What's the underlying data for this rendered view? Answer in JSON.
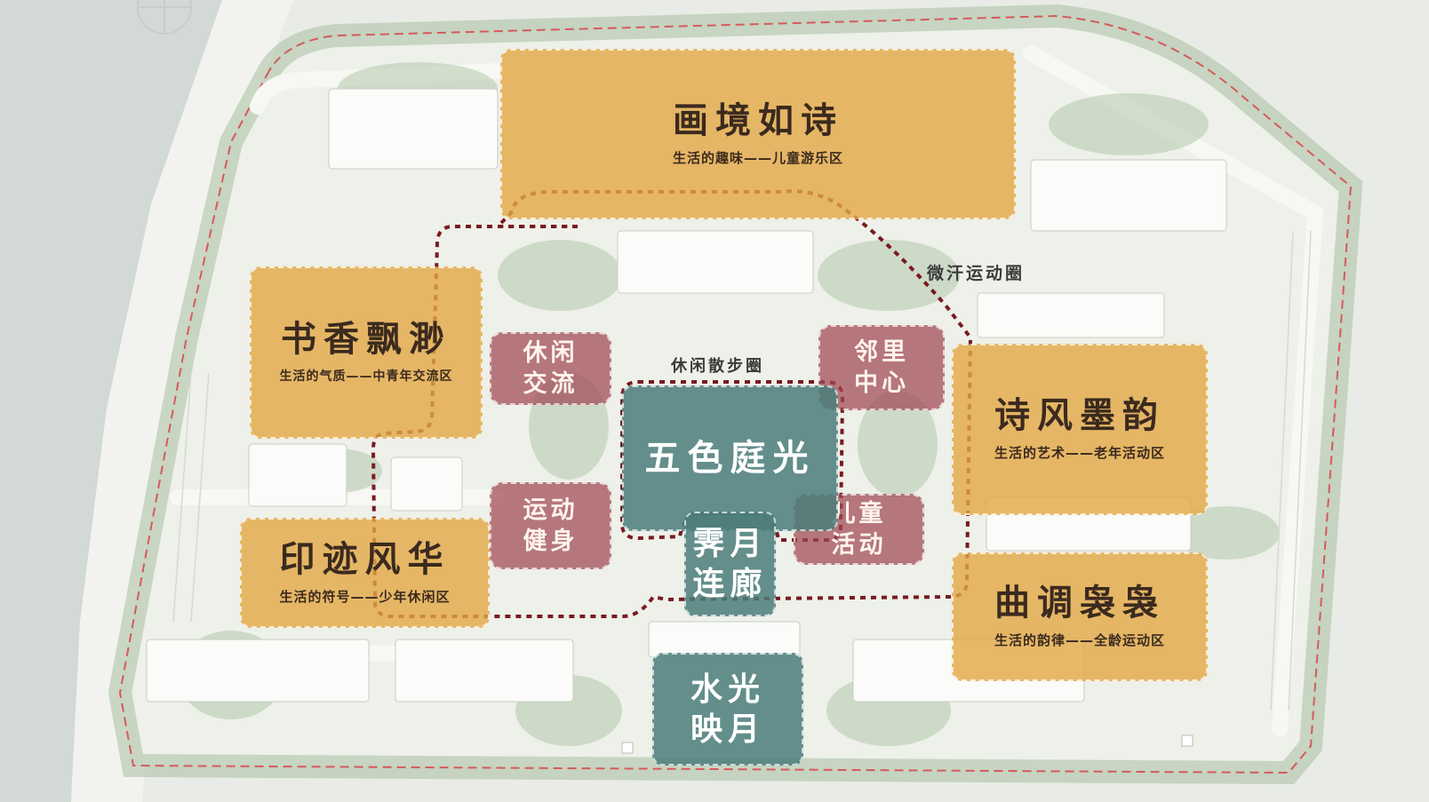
{
  "zones": {
    "huajing": {
      "title": "画境如诗",
      "subtitle": "生活的趣味——儿童游乐区"
    },
    "shuxiang": {
      "title": "书香飘渺",
      "subtitle": "生活的气质——中青年交流区"
    },
    "yinji": {
      "title": "印迹风华",
      "subtitle": "生活的符号——少年休闲区"
    },
    "shifeng": {
      "title": "诗风墨韵",
      "subtitle": "生活的艺术——老年活动区"
    },
    "qudiao": {
      "title": "曲调袅袅",
      "subtitle": "生活的韵律——全龄运动区"
    },
    "xiuxian": {
      "title": "休闲交流"
    },
    "linli": {
      "title": "邻里中心"
    },
    "yundong": {
      "title": "运动健身"
    },
    "ertong": {
      "title": "儿童活动"
    },
    "wuse": {
      "title": "五色庭光"
    },
    "jiyue": {
      "title": "霁月连廊"
    },
    "shuiguang": {
      "title": "水光映月"
    }
  },
  "loops": {
    "sport": "微汗运动圈",
    "walk": "休闲散步圈"
  },
  "colors": {
    "zone_gold": "#e2a743",
    "zone_rose": "#a04852",
    "zone_teal": "#4a7d7a",
    "route": "#7a1a1e",
    "boundary": "#d65a5a"
  }
}
